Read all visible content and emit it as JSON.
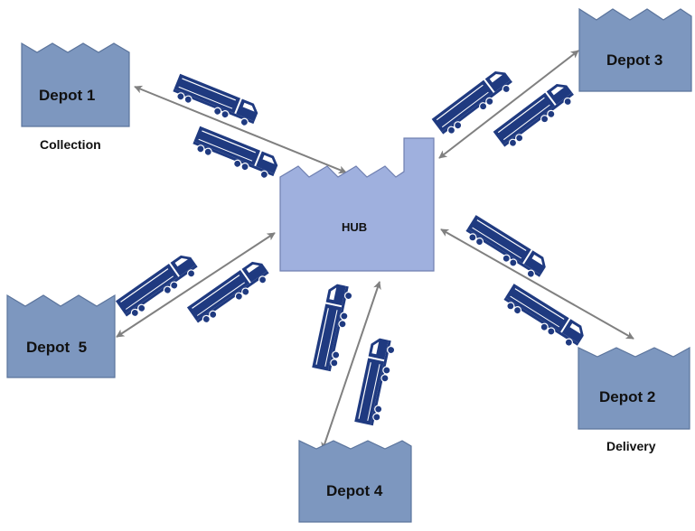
{
  "colors": {
    "depot_fill": "#7d97bf",
    "depot_stroke": "#5b749c",
    "hub_fill": "#9fb0de",
    "hub_stroke": "#6f7fb0",
    "arrow": "#808080",
    "truck": "#1f3a80"
  },
  "hub": {
    "label": "HUB"
  },
  "depots": [
    {
      "id": "depot1",
      "label": "Depot 1",
      "caption": "Collection"
    },
    {
      "id": "depot2",
      "label": "Depot 2",
      "caption": "Delivery"
    },
    {
      "id": "depot3",
      "label": "Depot 3"
    },
    {
      "id": "depot4",
      "label": "Depot 4"
    },
    {
      "id": "depot5",
      "label": "Depot  5"
    }
  ],
  "icons": {
    "truck": "truck-icon",
    "arrow": "double-arrow"
  }
}
